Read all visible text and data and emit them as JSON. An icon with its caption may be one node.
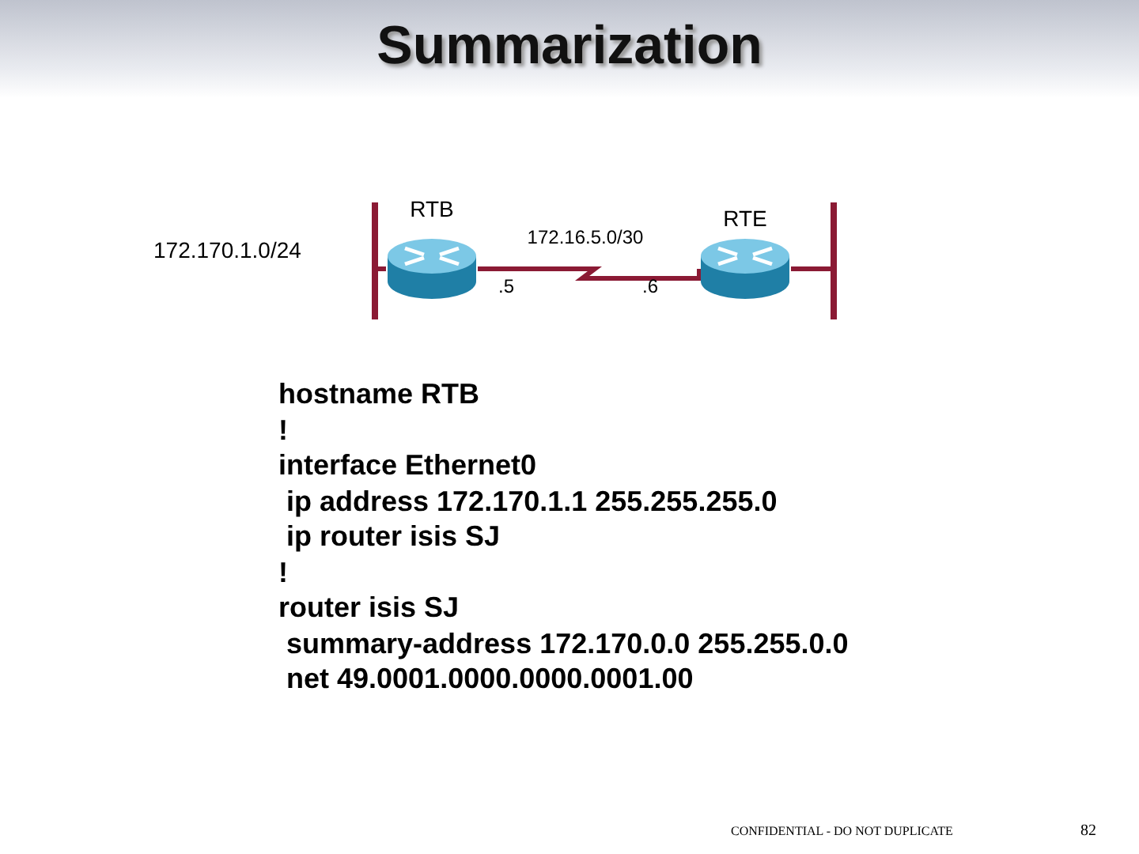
{
  "diagram": {
    "title": "Summarization",
    "nodes": [
      {
        "text": [],
        "shape": "bar"
      },
      {
        "text": [
          "RTB"
        ]
      },
      {
        "text": [
          "RTE"
        ]
      },
      {
        "text": [],
        "shape": "bar"
      }
    ],
    "edges": [
      {
        "from": 0,
        "to": 1,
        "arrow": "none"
      },
      {
        "from": 1,
        "to": 2,
        "arrow": "none",
        "label": "172.16.5.0/30"
      },
      {
        "from": 2,
        "to": 3,
        "arrow": "none"
      }
    ],
    "labels": [
      "172.170.1.0/24",
      ".5",
      ".6",
      "hostname RTB",
      "!",
      "interface Ethernet0",
      " ip address 172.170.1.1 255.255.255.0",
      " ip router isis SJ",
      "!",
      "router isis SJ",
      " summary-address 172.170.0.0 255.255.0.0",
      " net 49.0001.0000.0000.0001.00",
      "CONFIDENTIAL - DO NOT DUPLICATE",
      "82"
    ]
  }
}
